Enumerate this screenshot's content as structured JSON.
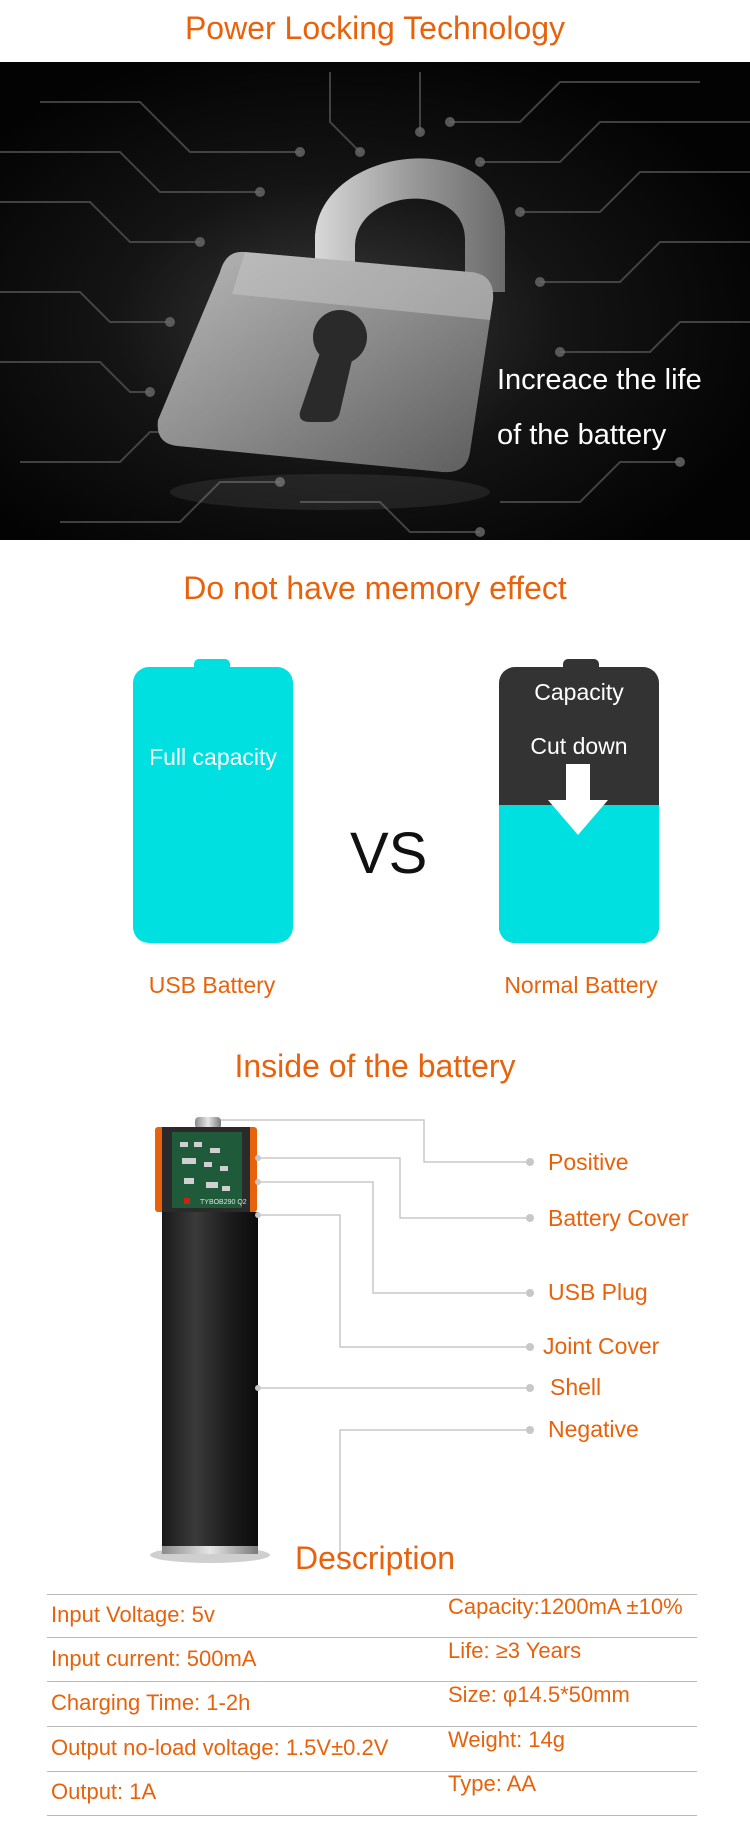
{
  "sections": {
    "power_locking": {
      "title": "Power Locking Technology",
      "tagline_line1": "Increace the life",
      "tagline_line2": "of the battery"
    },
    "memory_effect": {
      "title": "Do not have memory effect",
      "usb_battery": {
        "inner_label": "Full capacity",
        "name": "USB Battery",
        "fill_fraction": 1.0
      },
      "vs_label": "VS",
      "normal_battery": {
        "inner_label_line1": "Capacity",
        "inner_label_line2": "Cut down",
        "name": "Normal Battery",
        "fill_fraction": 0.55
      }
    },
    "inside": {
      "title": "Inside of the battery",
      "parts": [
        "Positive",
        "Battery Cover",
        "USB Plug",
        "Joint Cover",
        "Shell",
        "Negative"
      ],
      "pcb_text": "TYBOB290 Q2"
    },
    "description": {
      "title": "Description",
      "left": [
        "Input Voltage: 5v",
        "Input current: 500mA",
        "Charging Time: 1-2h",
        "Output no-load voltage: 1.5V±0.2V",
        "Output: 1A"
      ],
      "right": [
        "Capacity:1200mA ±10%",
        "Life: ≥3 Years",
        "Size: φ14.5*50mm",
        "Weight: 14g",
        "Type: AA"
      ]
    }
  },
  "colors": {
    "accent": "#e8620c",
    "battery_fill": "#00e0e0",
    "battery_dark": "#333333",
    "hero_bg": "#050505"
  },
  "icons": [
    "padlock-icon",
    "arrow-down-icon"
  ]
}
